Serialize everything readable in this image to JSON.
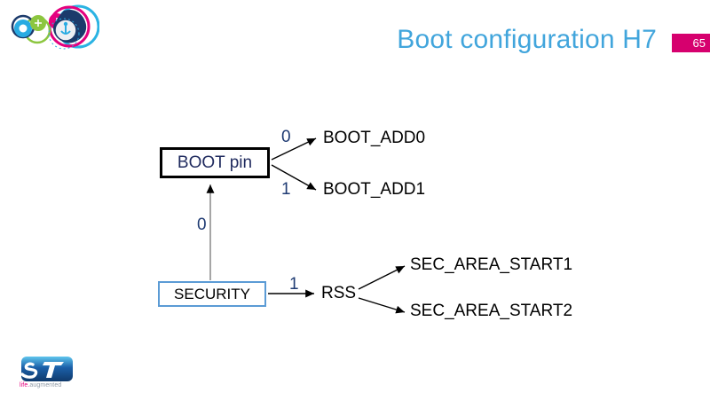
{
  "header": {
    "title": "Boot configuration H7",
    "page_number": "65",
    "title_color": "#41a5dc",
    "badge_color": "#d6006e",
    "decorative_logo_icon": "st-community-bubbles-icon"
  },
  "footer": {
    "logo_icon": "st-logo",
    "tagline_prefix": "life.",
    "tagline_suffix": "augmented"
  },
  "diagram": {
    "nodes": {
      "boot_pin": "BOOT pin",
      "security": "SECURITY",
      "rss": "RSS",
      "boot_add0": "BOOT_ADD0",
      "boot_add1": "BOOT_ADD1",
      "sec_area_start1": "SEC_AREA_START1",
      "sec_area_start2": "SEC_AREA_START2"
    },
    "edge_labels": {
      "boot_to_add0": "0",
      "boot_to_add1": "1",
      "security_to_boot": "0",
      "security_to_rss": "1"
    },
    "colors": {
      "boot_box_border": "#000000",
      "boot_box_text": "#1f2a5e",
      "security_box_border": "#5b9bd5",
      "edge_label_text": "#1f3b73",
      "arrow": "#000000"
    }
  }
}
